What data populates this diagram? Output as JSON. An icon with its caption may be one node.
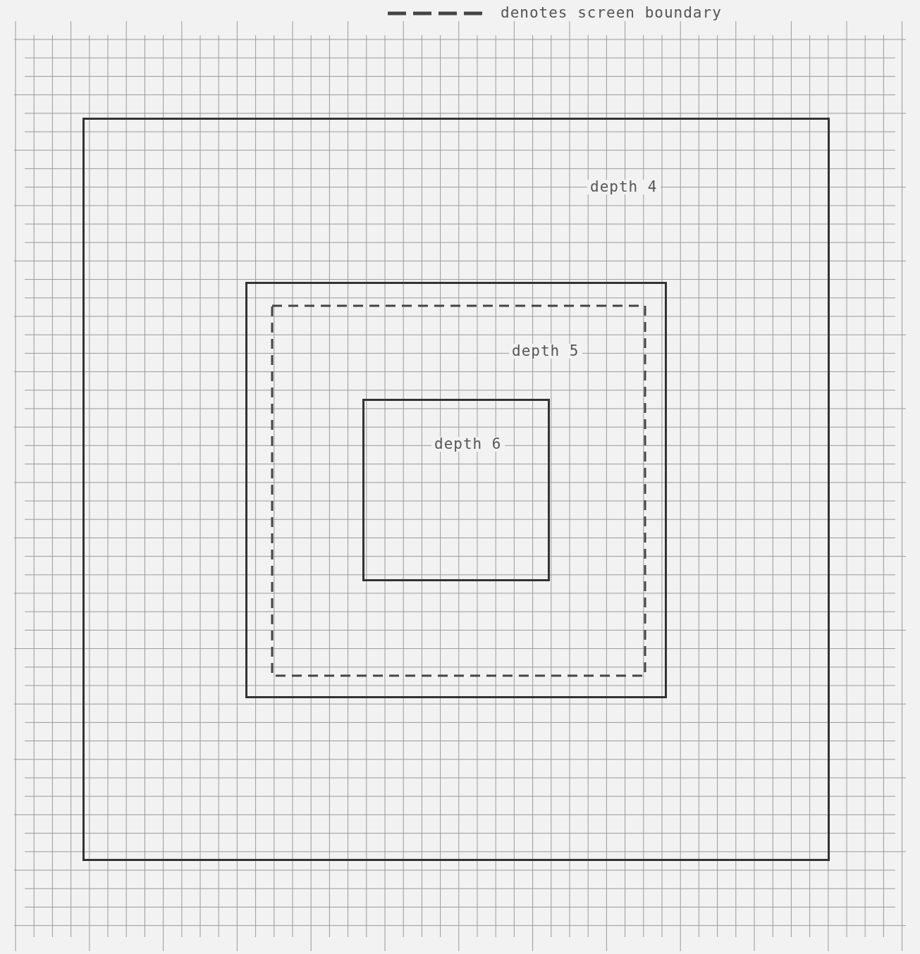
{
  "diagram": {
    "nodes": [
      {
        "text": [
          "depth 4"
        ]
      },
      {
        "text": [
          "depth 5"
        ],
        "in": 0
      },
      {
        "text": [
          "depth 6"
        ],
        "in": 1
      }
    ],
    "legend": [
      {
        "text": "denotes screen boundary"
      }
    ]
  }
}
